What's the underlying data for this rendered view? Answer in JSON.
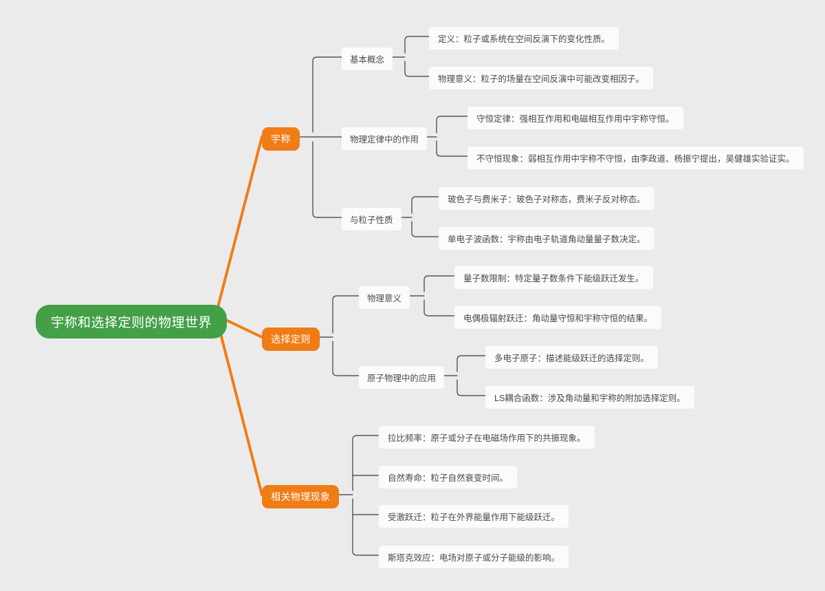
{
  "canvas": {
    "background": "#ebebeb",
    "root_color": "#43a047",
    "branch_color": "#f07c15",
    "node_color": "#fbfbfb",
    "wire_color": "#3a3a3a"
  },
  "root": {
    "label": "宇称和选择定则的物理世界"
  },
  "branches": [
    {
      "label": "宇称",
      "subs": [
        {
          "label": "基本概念",
          "leaves": [
            "定义：粒子或系统在空间反演下的变化性质。",
            "物理意义：粒子的场量在空间反演中可能改变相因子。"
          ]
        },
        {
          "label": "物理定律中的作用",
          "leaves": [
            "守恒定律：强相互作用和电磁相互作用中宇称守恒。",
            "不守恒现象：弱相互作用中宇称不守恒，由李政道、杨振宁提出，吴健雄实验证实。"
          ]
        },
        {
          "label": "与粒子性质",
          "leaves": [
            "玻色子与费米子：玻色子对称态，费米子反对称态。",
            "单电子波函数：宇称由电子轨道角动量量子数决定。"
          ]
        }
      ]
    },
    {
      "label": "选择定则",
      "subs": [
        {
          "label": "物理意义",
          "leaves": [
            "量子数限制：特定量子数条件下能级跃迁发生。",
            "电偶极辐射跃迁：角动量守恒和宇称守恒的结果。"
          ]
        },
        {
          "label": "原子物理中的应用",
          "leaves": [
            "多电子原子：描述能级跃迁的选择定则。",
            "LS耦合函数：涉及角动量和宇称的附加选择定则。"
          ]
        }
      ]
    },
    {
      "label": "相关物理现象",
      "subs": [],
      "leaves": [
        "拉比频率：原子或分子在电磁场作用下的共振现象。",
        "自然寿命：粒子自然衰变时间。",
        "受激跃迁：粒子在外界能量作用下能级跃迁。",
        "斯塔克效应：电场对原子或分子能级的影响。"
      ]
    }
  ]
}
